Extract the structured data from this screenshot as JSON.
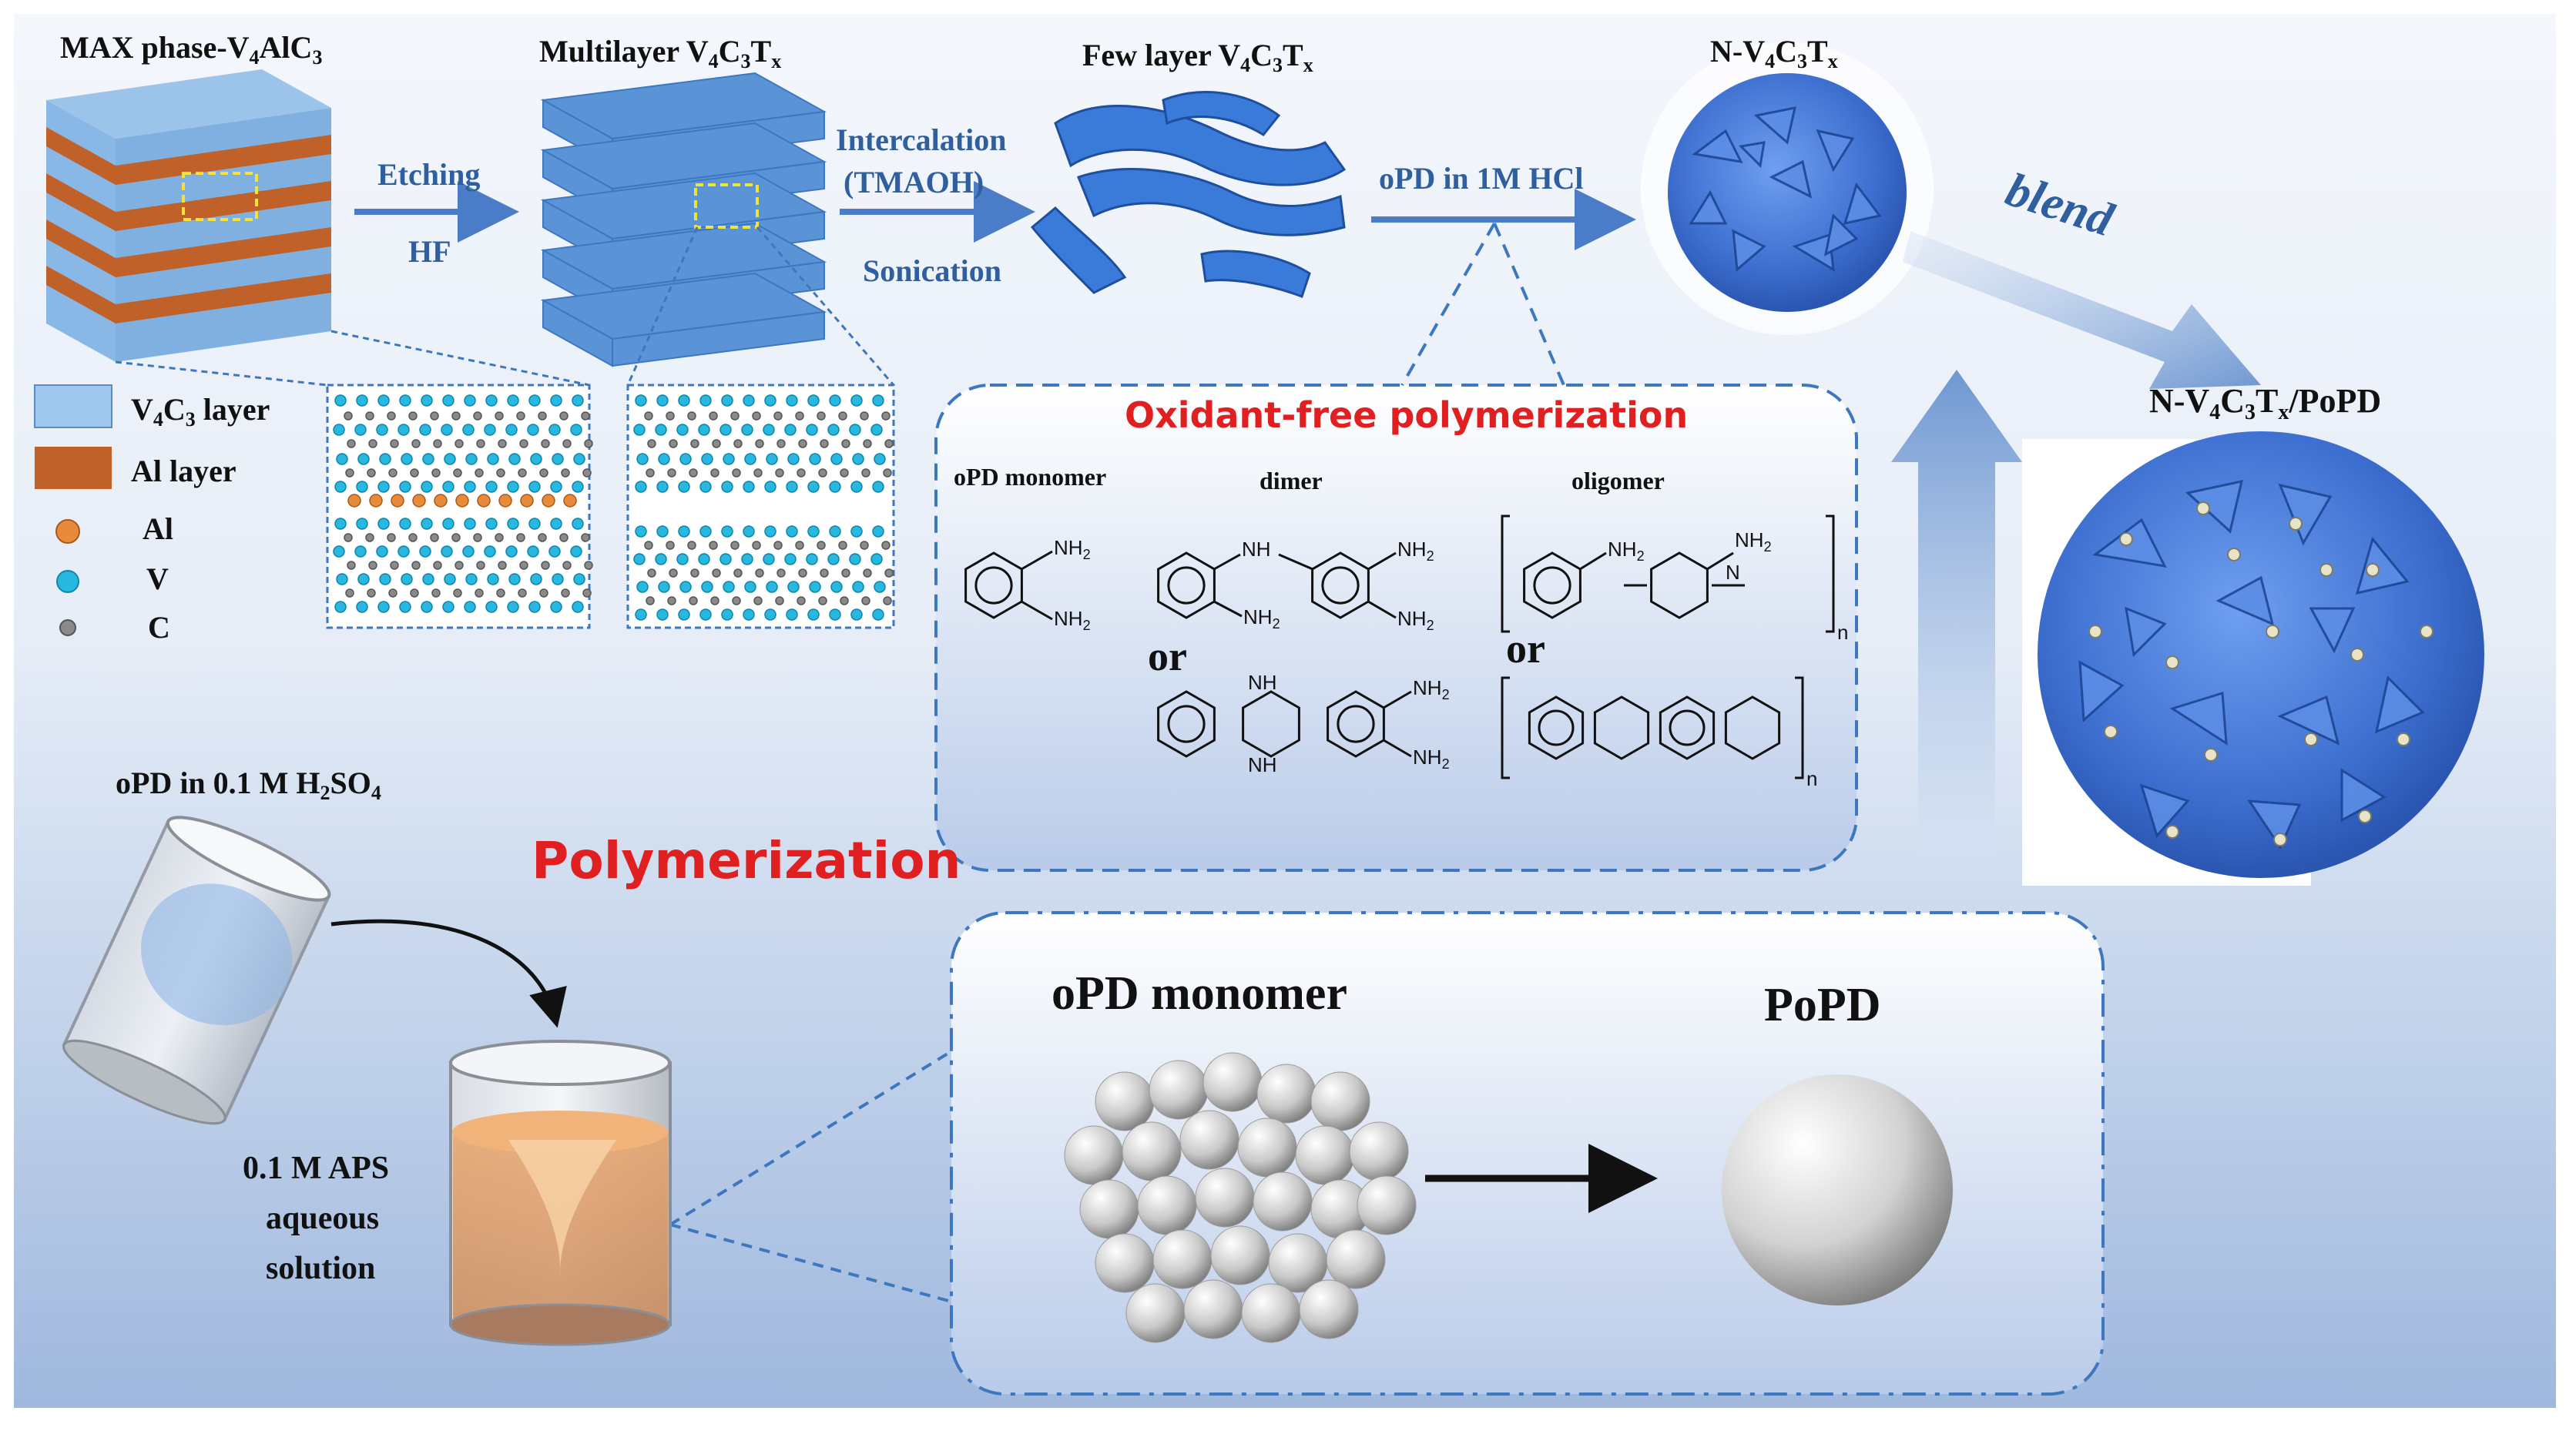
{
  "labels": {
    "max_phase": {
      "main": "MAX phase-V",
      "sub1": "4",
      "rest": "AlC",
      "sub2": "3"
    },
    "multilayer": {
      "main": "Multilayer  V",
      "sub1": "4",
      "c": "C",
      "sub2": "3",
      "t": "T",
      "sub3": "x"
    },
    "few_layer": {
      "main": "Few layer V",
      "sub1": "4",
      "c": "C",
      "sub2": "3",
      "t": "T",
      "sub3": "x"
    },
    "n_v4c3tx": {
      "main": "N-V",
      "sub1": "4",
      "c": "C",
      "sub2": "3",
      "t": "T",
      "sub3": "x"
    },
    "composite": {
      "main": "N-V",
      "sub1": "4",
      "c": "C",
      "sub2": "3",
      "t": "T",
      "sub3": "x",
      "rest": "/PoPD"
    }
  },
  "arrows": {
    "etching": "Etching",
    "hf": "HF",
    "intercalation": "Intercalation",
    "tmaoh": "(TMAOH)",
    "sonication": "Sonication",
    "opd_hcl": "oPD in 1M HCl",
    "blend": "blend"
  },
  "legend": {
    "v4c3": {
      "v": "V",
      "sub1": "4",
      "c": "C",
      "sub2": "3",
      "rest": " layer"
    },
    "al_layer": "Al layer",
    "al": "Al",
    "v": "V",
    "c": "C"
  },
  "oxidant_box": {
    "title": "Oxidant-free polymerization",
    "monomer": "oPD monomer",
    "dimer": "dimer",
    "oligomer": "oligomer",
    "or1": "or",
    "or2": "or",
    "nh2": "NH",
    "nh": "NH",
    "n": "n",
    "sub2": "2"
  },
  "bottom": {
    "title": "Polymerization",
    "opd_h2so4": {
      "main": "oPD in 0.1 M H",
      "sub1": "2",
      "so": "SO",
      "sub2": "4"
    },
    "aps_line1": "0.1 M APS",
    "aps_line2": "aqueous",
    "aps_line3": "solution",
    "monomer": "oPD monomer",
    "popd": "PoPD"
  },
  "colors": {
    "accent_blue": "#2f5f9e",
    "title_red": "#e02020",
    "al_layer": "#c0612a",
    "v4c3_layer": "#9fc6ec"
  }
}
